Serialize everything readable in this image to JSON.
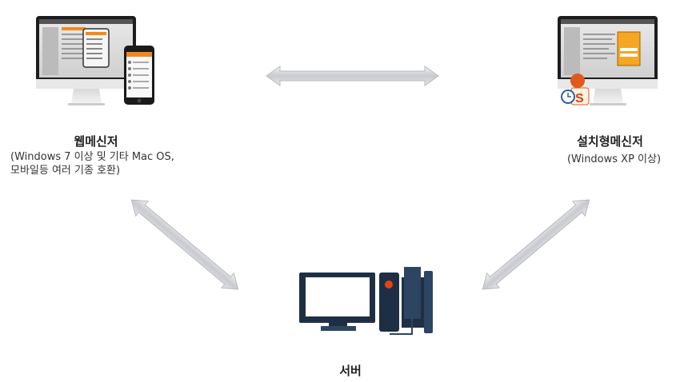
{
  "web_messenger": {
    "title": "웹메신저",
    "subtitle_line1": "(Windows 7 이상 및 기타 Mac OS,",
    "subtitle_line2": "모바일등 여러 기종 호환)"
  },
  "installed_messenger": {
    "title": "설치형메신저",
    "subtitle": "(Windows XP 이상)"
  },
  "server": {
    "title": "서버"
  },
  "colors": {
    "server_dark": "#1e2f45",
    "server_mid": "#2c4560",
    "server_led": "#e8420e",
    "accent_orange": "#f08a1c"
  }
}
